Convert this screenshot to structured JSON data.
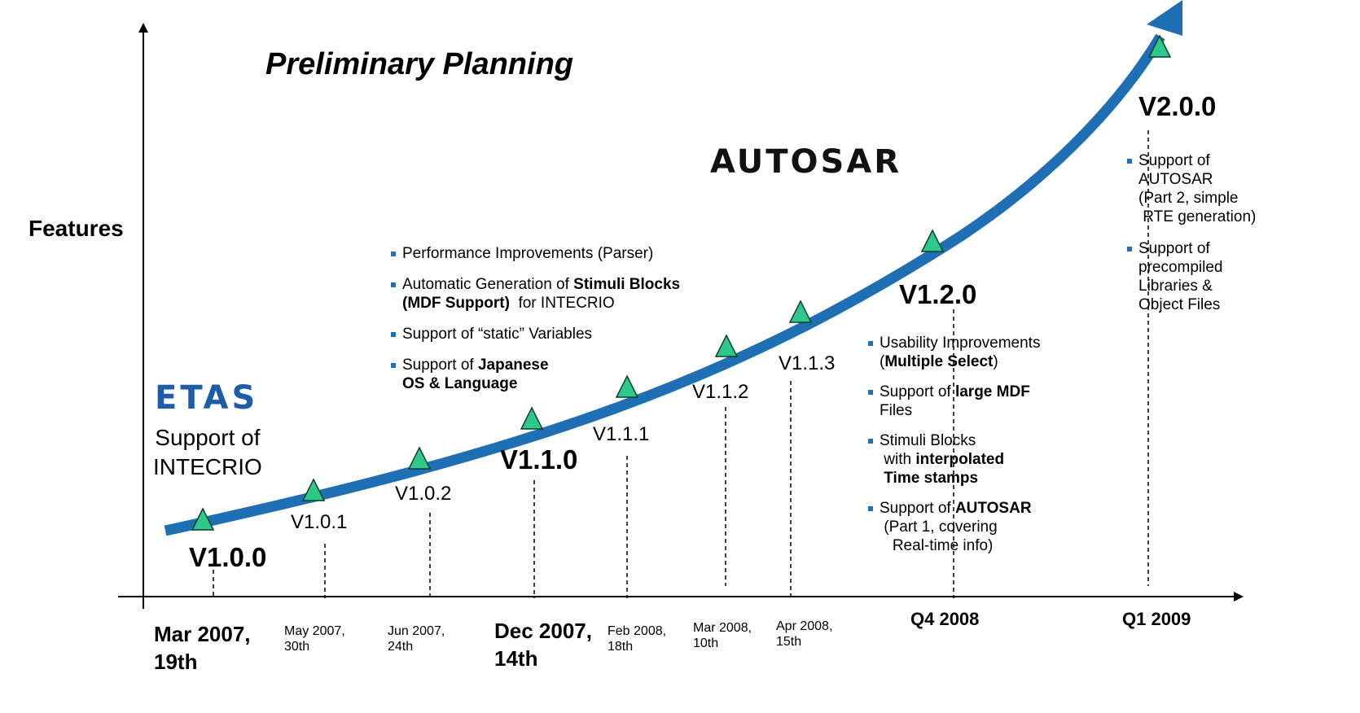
{
  "title": "Preliminary Planning",
  "y_axis_label": "Features",
  "colors": {
    "curve": "#1f6fb4",
    "milestone_fill": "#2ec98a",
    "milestone_stroke": "#0c3d2b",
    "bullet": "#1f6fb4"
  },
  "logos": {
    "etas": "ETAS",
    "autosar": "AUTOSAR"
  },
  "intecrio_note": "Support of\nINTECRIO",
  "milestones": [
    {
      "version": "V1.0.0",
      "date": "Mar 2007,\n19th",
      "major": true
    },
    {
      "version": "V1.0.1",
      "date": "May 2007,\n30th",
      "major": false
    },
    {
      "version": "V1.0.2",
      "date": "Jun 2007,\n24th",
      "major": false
    },
    {
      "version": "V1.1.0",
      "date": "Dec 2007,\n14th",
      "major": true
    },
    {
      "version": "V1.1.1",
      "date": "Feb 2008,\n18th",
      "major": false
    },
    {
      "version": "V1.1.2",
      "date": "Mar 2008,\n10th",
      "major": false
    },
    {
      "version": "V1.1.3",
      "date": "Apr 2008,\n15th",
      "major": false
    },
    {
      "version": "V1.2.0",
      "date": "Q4 2008",
      "major": true
    },
    {
      "version": "V2.0.0",
      "date": "Q1 2009",
      "major": true
    }
  ],
  "notes_v110": [
    [
      {
        "t": "Performance Improvements (Parser)"
      }
    ],
    [
      {
        "t": "Automatic Generation of "
      },
      {
        "t": "Stimuli Blocks",
        "b": true
      },
      {
        "t": "\n"
      },
      {
        "t": "(MDF Support)",
        "b": true
      },
      {
        "t": "  for INTECRIO"
      }
    ],
    [
      {
        "t": "Support of “static” Variables"
      }
    ],
    [
      {
        "t": "Support of "
      },
      {
        "t": "Japanese",
        "b": true
      },
      {
        "t": "\n"
      },
      {
        "t": "OS & Language",
        "b": true
      }
    ]
  ],
  "notes_v120": [
    [
      {
        "t": "Usability Improvements\n("
      },
      {
        "t": "Multiple Select",
        "b": true
      },
      {
        "t": ")"
      }
    ],
    [
      {
        "t": "Support of "
      },
      {
        "t": "large MDF",
        "b": true
      },
      {
        "t": "\nFiles"
      }
    ],
    [
      {
        "t": "Stimuli Blocks\n with "
      },
      {
        "t": "interpolated",
        "b": true
      },
      {
        "t": "\n "
      },
      {
        "t": "Time stamps",
        "b": true
      }
    ],
    [
      {
        "t": "Support of "
      },
      {
        "t": "AUTOSAR",
        "b": true
      },
      {
        "t": "\n (Part 1, covering\n   Real-time info)"
      }
    ]
  ],
  "notes_v200": [
    [
      {
        "t": "Support of\nAUTOSAR\n(Part 2, simple\n RTE generation)"
      }
    ],
    [
      {
        "t": "Support of\nprecompiled\nLibraries &\nObject Files"
      }
    ]
  ]
}
